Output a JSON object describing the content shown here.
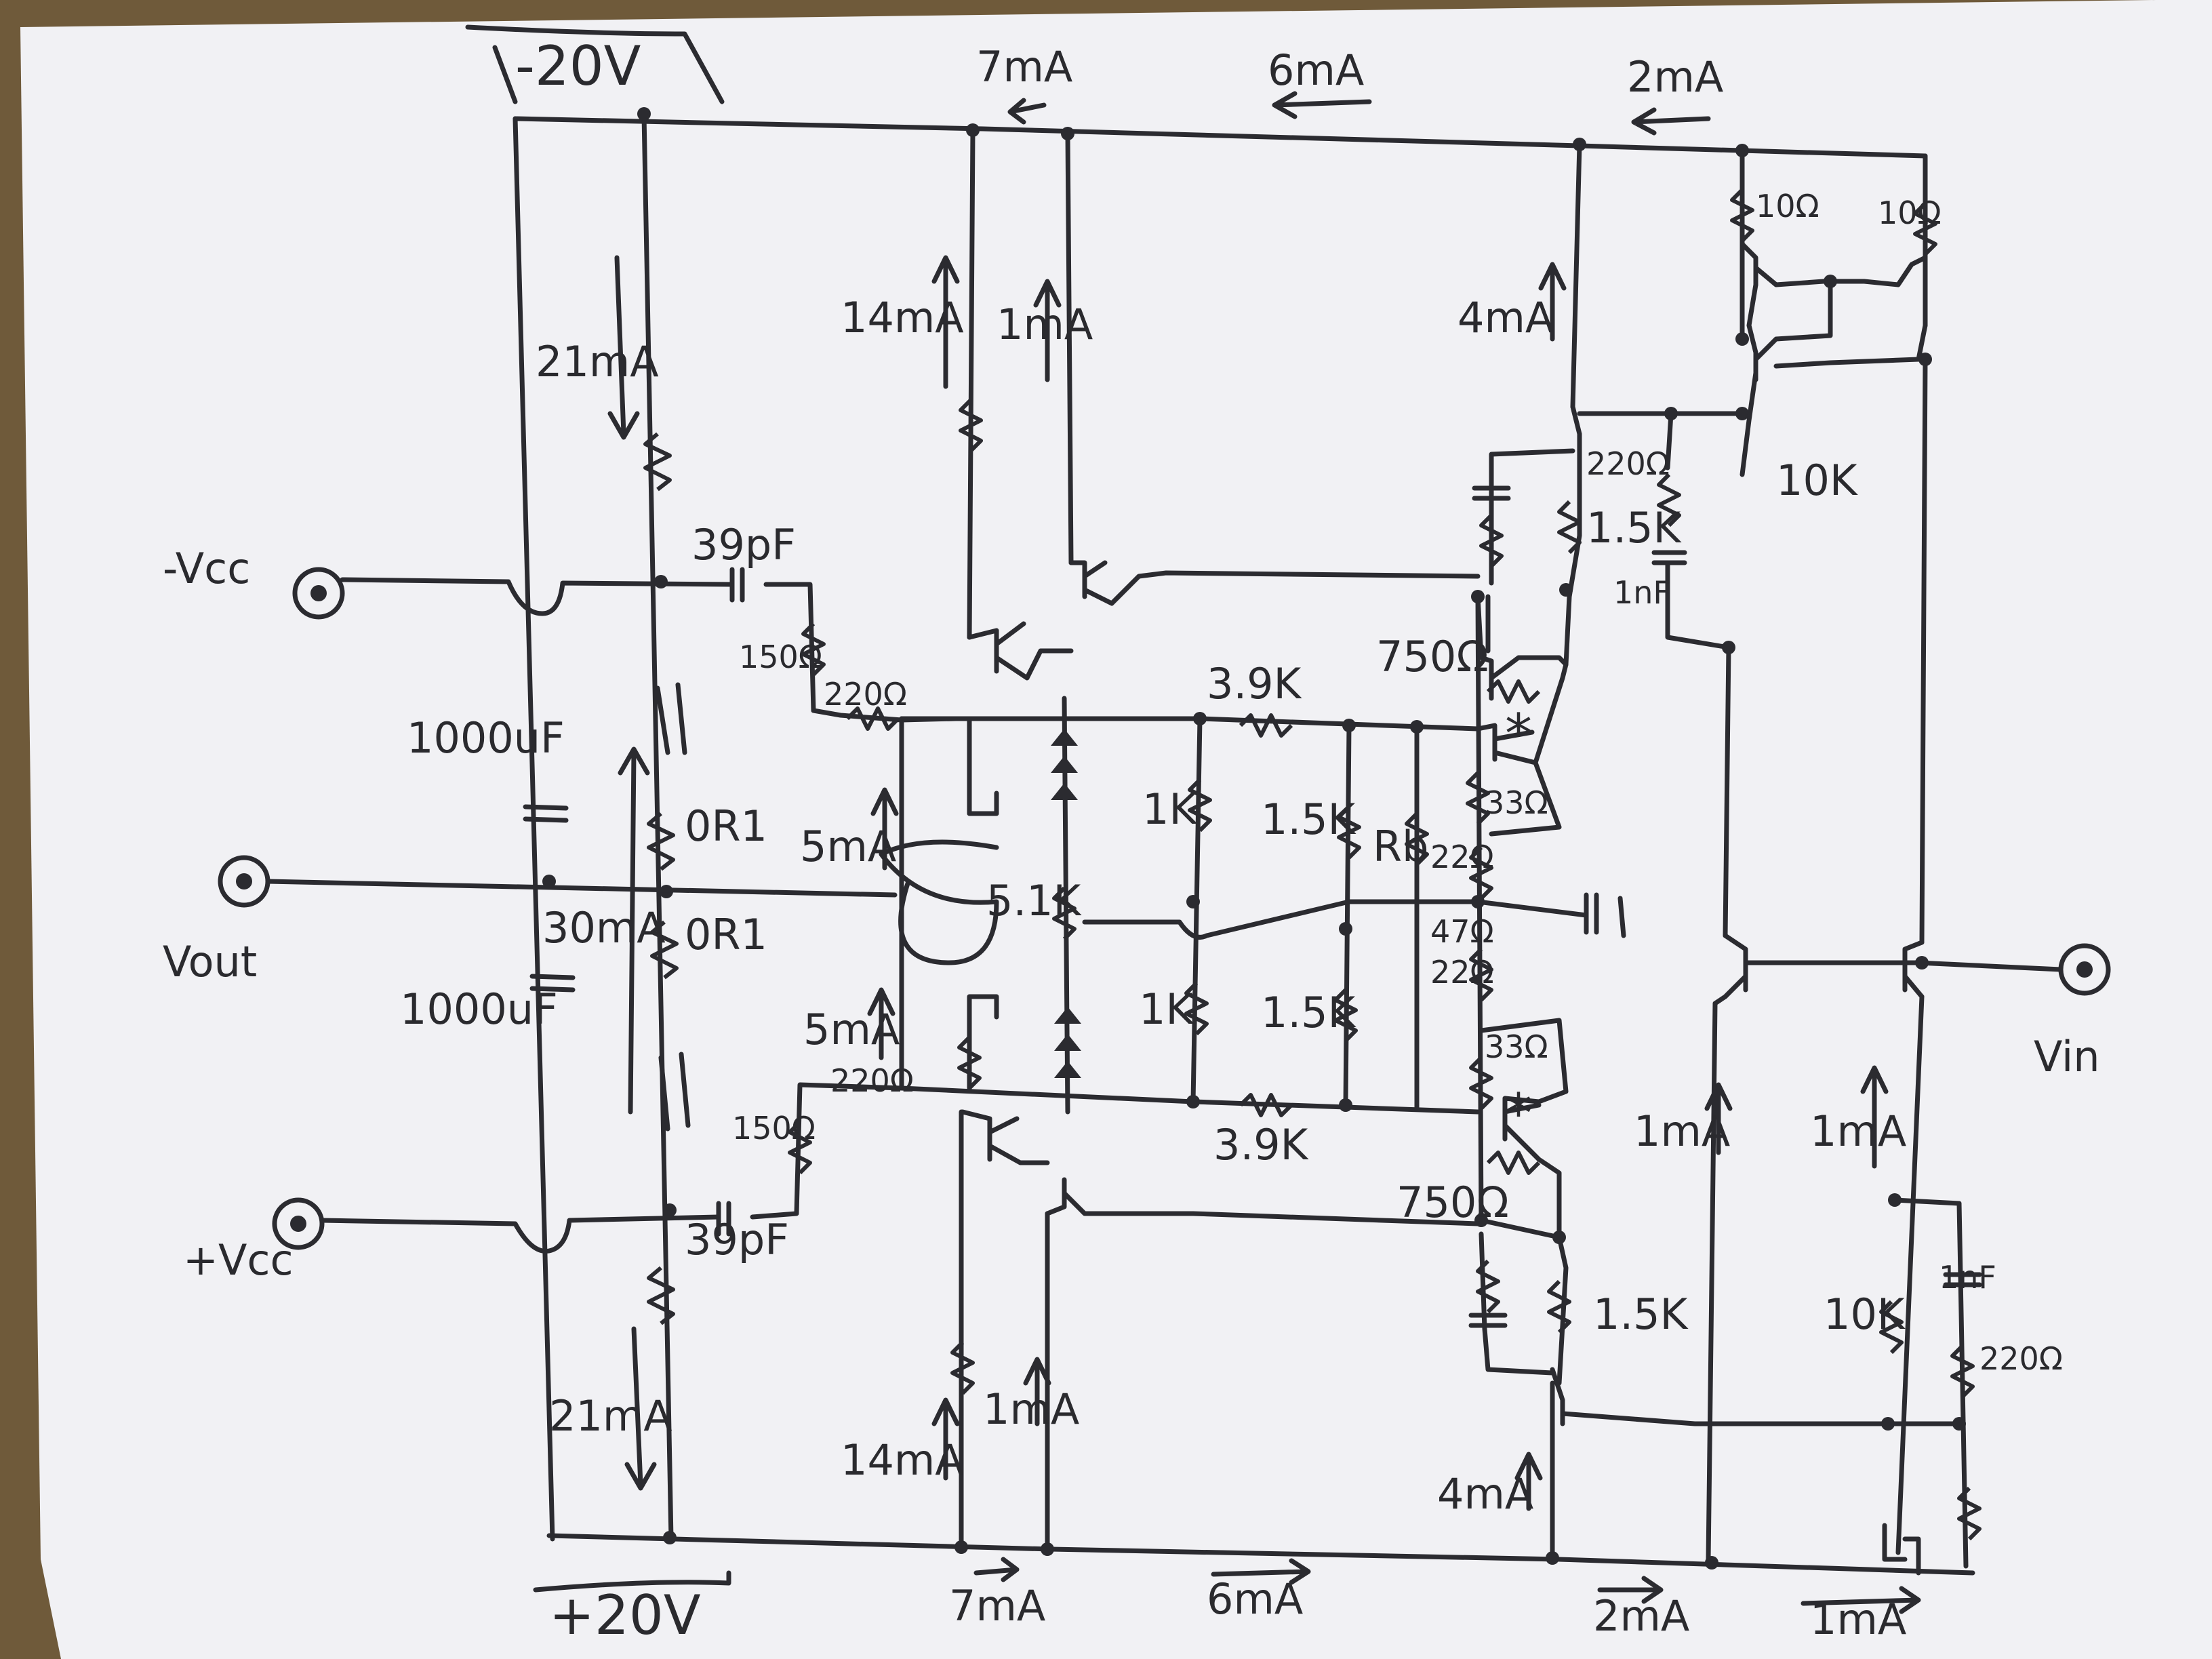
{
  "image_alt": "hand-drawn schematic",
  "colors": {
    "paper": "#f1f1f4",
    "ink": "#2b2b30",
    "background": "#6f5a3a"
  },
  "rails": {
    "top": "-20V",
    "bottom": "+20V"
  },
  "terminals": {
    "neg_vcc": "-Vcc",
    "pos_vcc": "+Vcc",
    "vout": "Vout",
    "vin": "Vin"
  },
  "currents": {
    "top_7ma": "7mA",
    "top_6ma": "6mA",
    "top_2ma": "2mA",
    "bot_7ma": "7mA",
    "bot_6ma": "6mA",
    "bot_2ma": "2mA",
    "bot_1ma": "1mA",
    "rail_21ma_top": "21mA",
    "rail_21ma_bot": "21mA",
    "out_30ma": "30mA",
    "drv_14ma_top": "14mA",
    "drv_1ma_top": "1mA",
    "drv_14ma_bot": "14mA",
    "drv_1ma_bot": "1mA",
    "mid_5ma_top": "5mA",
    "mid_5ma_bot": "5mA",
    "vas_4ma_top": "4mA",
    "vas_4ma_bot": "4mA",
    "ltp_1ma_left": "1mA",
    "ltp_1ma_right": "1mA"
  },
  "components": {
    "cap_39pf_top": "39pF",
    "cap_39pf_bot": "39pF",
    "r_150_top": "150Ω",
    "r_150_bot": "150Ω",
    "r_220_top": "220Ω",
    "r_220_bot": "220Ω",
    "r_0r1_top": "0R1",
    "r_0r1_bot": "0R1",
    "cap_1000_top": "1000uF",
    "cap_1000_bot": "1000uF",
    "r_3k9_top": "3.9K",
    "r_3k9_bot": "3.9K",
    "r_1k_top": "1K",
    "r_1k_bot": "1K",
    "r_1k5_top": "1.5K",
    "r_1k5_bot": "1.5K",
    "r_rb": "Rb",
    "r_5k1": "5.1K",
    "r_750_top": "750Ω",
    "r_750_bot": "750Ω",
    "r_33_top": "33Ω",
    "r_33_bot": "33Ω",
    "r_22_top": "22Ω",
    "r_22_bot": "22Ω",
    "r_47": "47Ω",
    "r_1k5_vas_top": "1.5K",
    "r_1k5_vas_bot": "1.5K",
    "r_220_vas": "220Ω",
    "cap_1nf_top": "1nF",
    "cap_1nf_bot": "1nF",
    "r_10k_top": "10K",
    "r_10k_bot": "10K",
    "r_220_fb": "220Ω",
    "r_10_left": "10Ω",
    "r_10_right": "10Ω",
    "star_top": "*",
    "star_bot": "*"
  }
}
